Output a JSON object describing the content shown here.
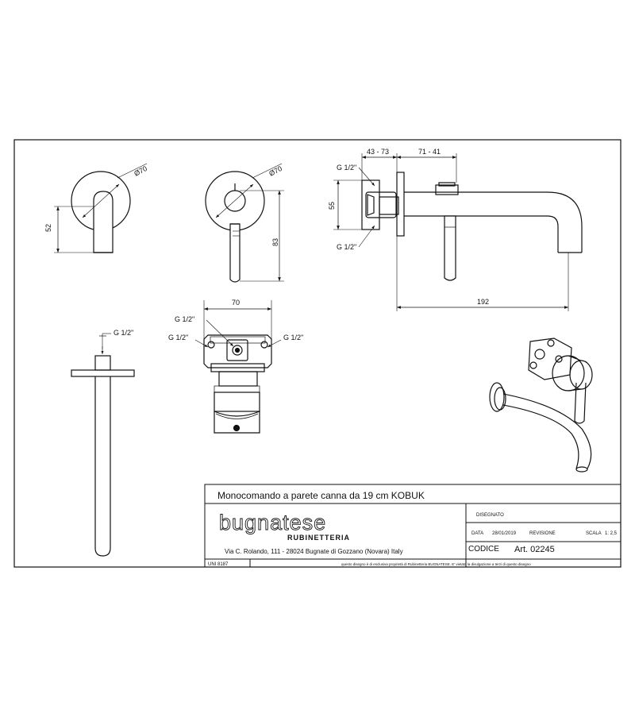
{
  "dimensions": {
    "front_left": {
      "diameter": "Ø70",
      "height": "52"
    },
    "front_right": {
      "diameter": "Ø70",
      "height": "83"
    },
    "side": {
      "top_a": "43 - 73",
      "top_b": "71 - 41",
      "thread_top": "G 1/2\"",
      "thread_bottom": "G 1/2\"",
      "height": "55",
      "spout_length": "192"
    },
    "body": {
      "width": "70",
      "thread_top": "G 1/2\"",
      "thread_left": "G 1/2\"",
      "thread_right": "G 1/2\""
    },
    "spout": {
      "thread": "G 1/2\""
    }
  },
  "title_block": {
    "title": "Monocomando a parete canna da 19 cm KOBUK",
    "brand": "bugnatese",
    "brand_sub": "RUBINETTERIA",
    "address": "Via C. Rolando, 111 - 28024 Bugnate di Gozzano (Novara) Italy",
    "designed_label": "DISEGNATO",
    "date_label": "DATA",
    "date_value": "28/01/2019",
    "revision_label": "REVISIONE",
    "scale_label": "SCALA",
    "scale_value": "1: 2,5",
    "code_label": "CODICE",
    "code_value": "Art. 02245",
    "standard": "UNI 8187",
    "notice": "questo disegno è di esclusiva proprietà di Rubinetteria BUGNATESE. E' vietata la divulgazione a terzi di questo disegno"
  },
  "colors": {
    "line": "#111111",
    "background": "#ffffff"
  }
}
